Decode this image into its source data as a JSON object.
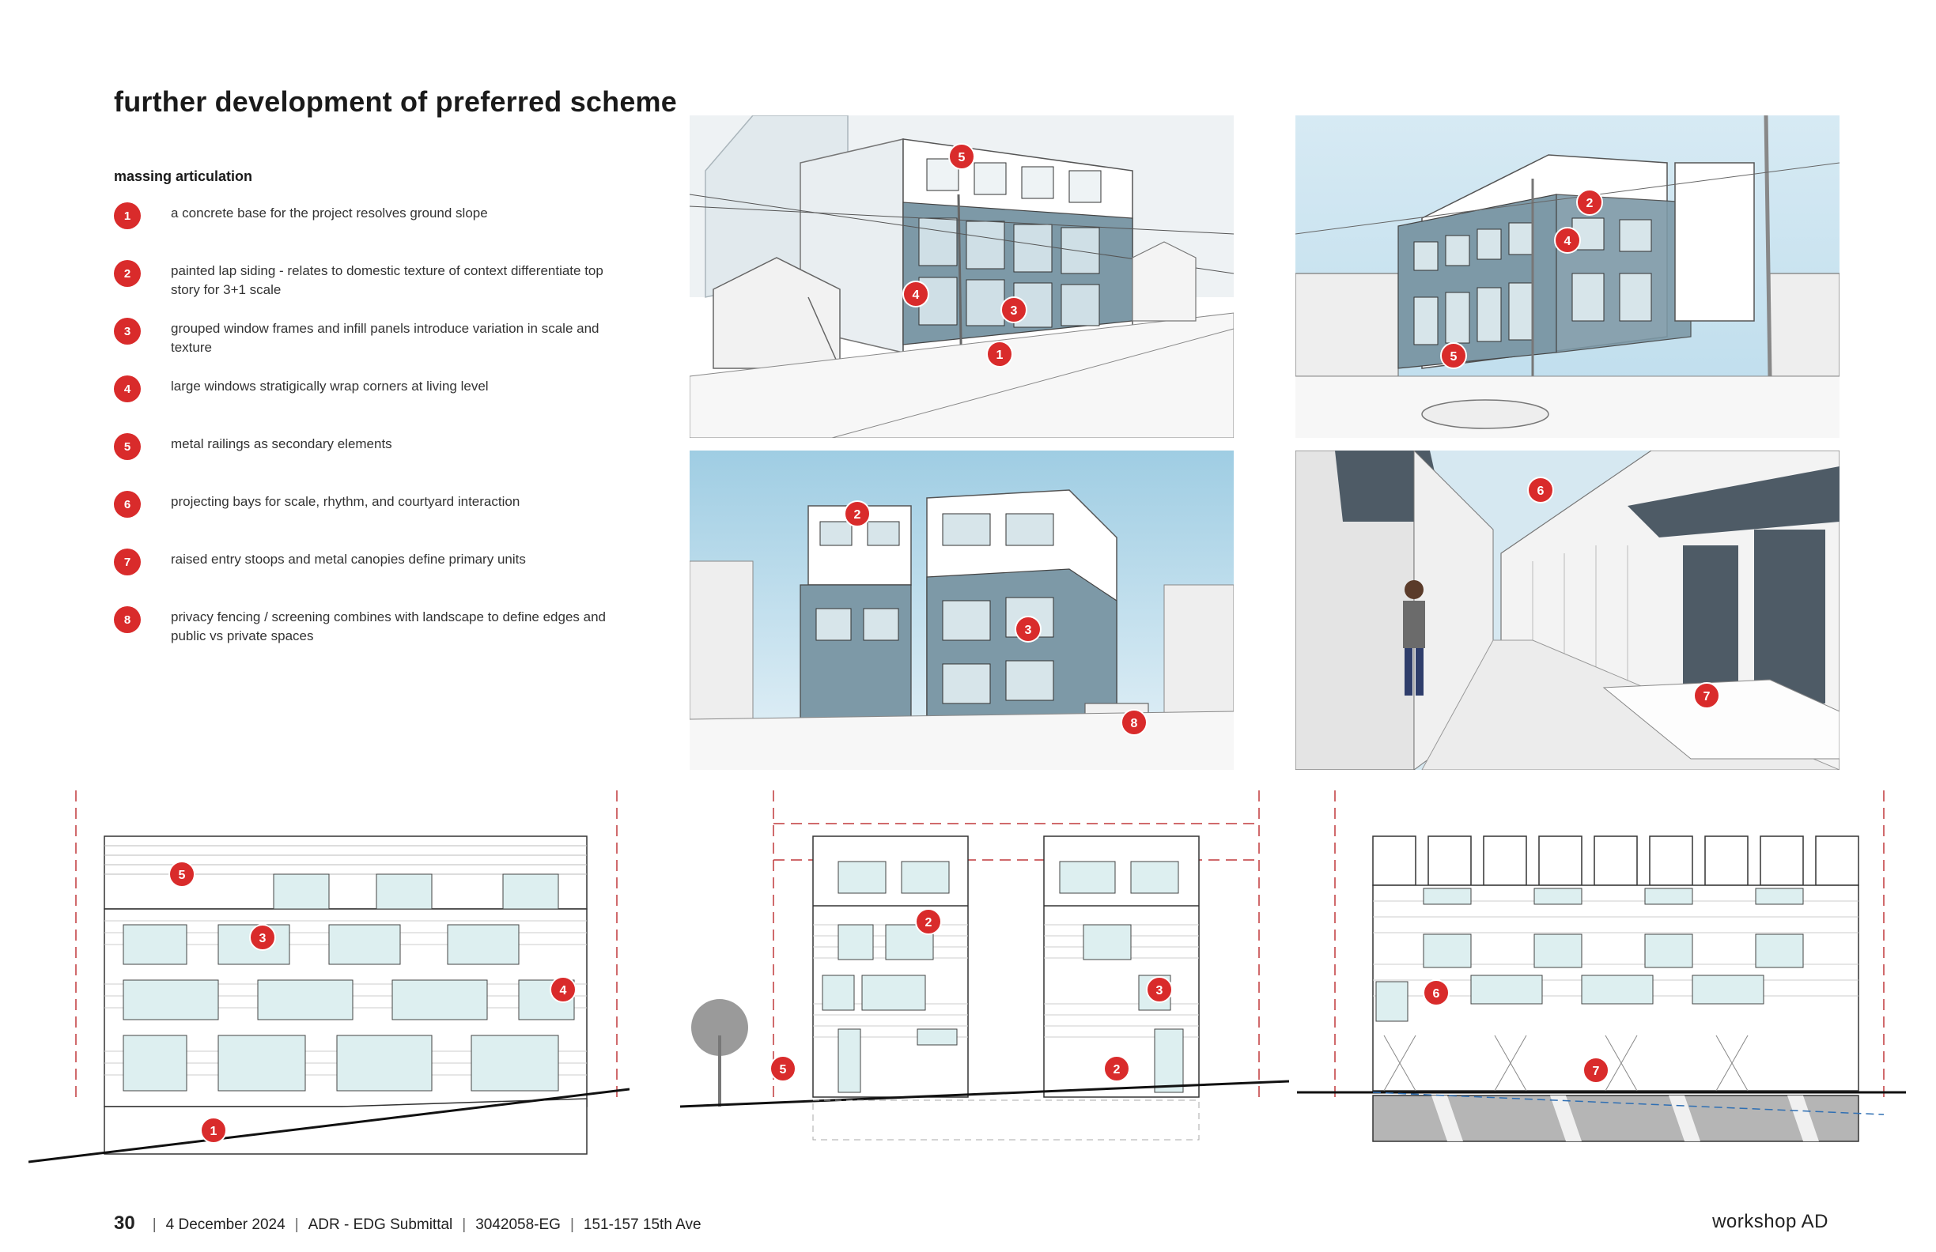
{
  "page": {
    "title": "further development of preferred scheme",
    "subtitle": "massing articulation"
  },
  "legend": [
    {
      "number": "1",
      "text": "a concrete base for the project resolves ground slope"
    },
    {
      "number": "2",
      "text": "painted lap siding - relates to domestic texture of context differentiate top story for 3+1 scale"
    },
    {
      "number": "3",
      "text": "grouped window frames and infill panels introduce variation in scale and texture"
    },
    {
      "number": "4",
      "text": "large windows stratigically wrap corners at living level"
    },
    {
      "number": "5",
      "text": "metal railings as secondary elements"
    },
    {
      "number": "6",
      "text": "projecting bays for scale, rhythm, and courtyard interaction"
    },
    {
      "number": "7",
      "text": "raised entry stoops and metal canopies define primary units"
    },
    {
      "number": "8",
      "text": "privacy fencing / screening combines with landscape to define edges and public vs private spaces"
    }
  ],
  "renders": {
    "a": [
      "5",
      "4",
      "3",
      "1"
    ],
    "b": [
      "2",
      "4",
      "5"
    ],
    "c": [
      "2",
      "3",
      "8"
    ],
    "d": [
      "6",
      "7"
    ]
  },
  "elevations": {
    "left": [
      "5",
      "3",
      "4",
      "1"
    ],
    "middle": [
      "2",
      "3",
      "5",
      "2"
    ],
    "right": [
      "6",
      "7"
    ]
  },
  "footer": {
    "page_number": "30",
    "date": "4 December 2024",
    "submittal": "ADR - EDG Submittal",
    "project_number": "3042058-EG",
    "address": "151-157 15th Ave",
    "firm": "workshop AD"
  },
  "colors": {
    "callout": "#d92b2b",
    "sky": "#bcdcec",
    "facade_blue": "#7d99a7",
    "datum_line": "#c0393b"
  }
}
